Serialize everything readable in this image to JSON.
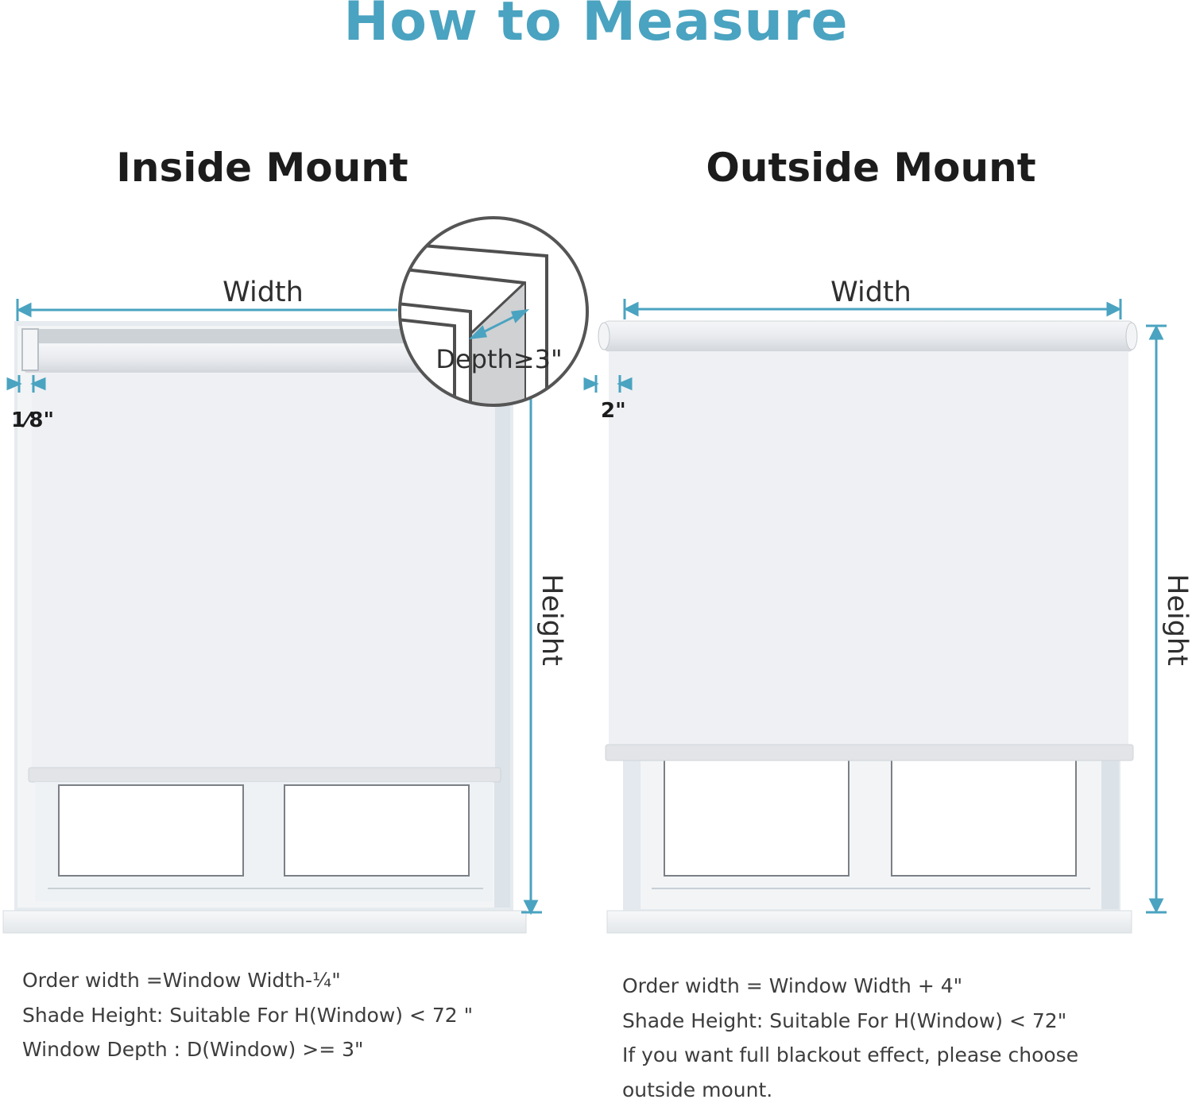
{
  "title": "How to Measure",
  "colors": {
    "accent": "#4aa3c0",
    "heading": "#1c1c1c",
    "shade": "#eceef2",
    "frame": "#dfe6ec",
    "magnifier_stroke": "#4f4f4f"
  },
  "inside_mount": {
    "heading": "Inside Mount",
    "width_label": "Width",
    "height_label": "Height",
    "gap_label": "1⁄8\"",
    "depth_label": "Depth≥3\"",
    "notes": [
      "Order width =Window Width-¼\"",
      "Shade Height: Suitable For H(Window) < 72 \"",
      "Window Depth : D(Window) >= 3\""
    ]
  },
  "outside_mount": {
    "heading": "Outside Mount",
    "width_label": "Width",
    "height_label": "Height",
    "gap_label": "2\"",
    "notes": [
      "Order width = Window Width + 4\"",
      "Shade Height: Suitable For H(Window) < 72\"",
      "If you want full blackout effect, please choose",
      "outside mount."
    ]
  }
}
